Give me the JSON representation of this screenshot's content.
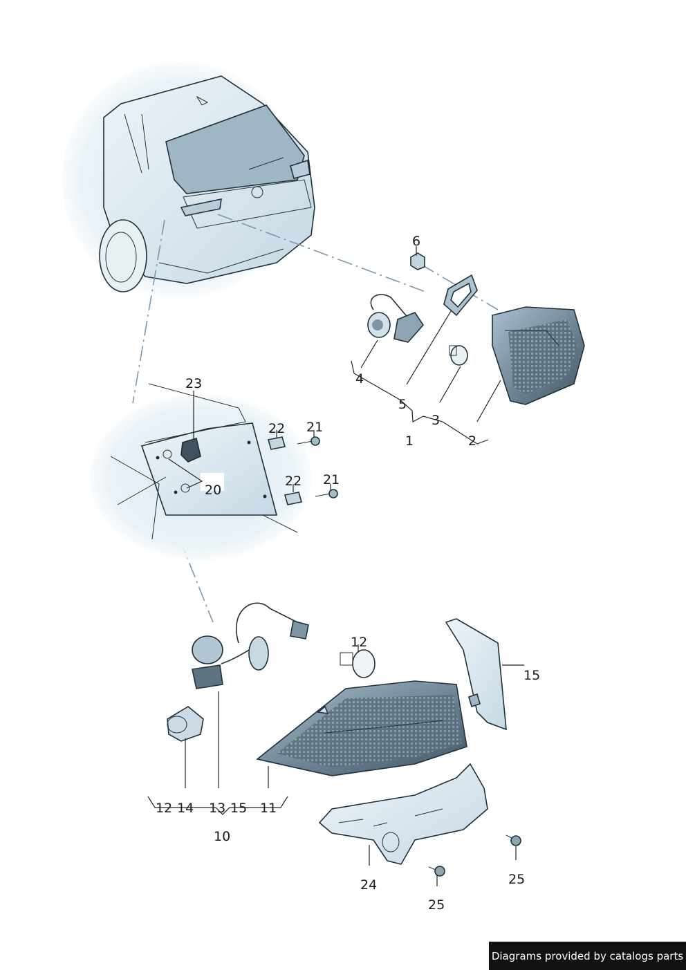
{
  "callouts": {
    "c6": "6",
    "c4": "4",
    "c5": "5",
    "c3": "3",
    "c1": "1",
    "c2": "2",
    "c23": "23",
    "c22a": "22",
    "c21a": "21",
    "c20": "20",
    "c22b": "22",
    "c21b": "21",
    "c12a": "12",
    "c15a": "15",
    "c12b": "12",
    "c14": "14",
    "c13": "13",
    "c15b": "15",
    "c11": "11",
    "c10": "10",
    "c24": "24",
    "c25a": "25",
    "c25b": "25"
  },
  "footer": {
    "text": "Diagrams provided by catalogs parts"
  },
  "colors": {
    "shade": "#c9dde9",
    "shade_light": "#e6f0f6",
    "outline": "#1f2f3a",
    "dash": "#7d98aa",
    "lens_dark": "#4a5d6b"
  }
}
